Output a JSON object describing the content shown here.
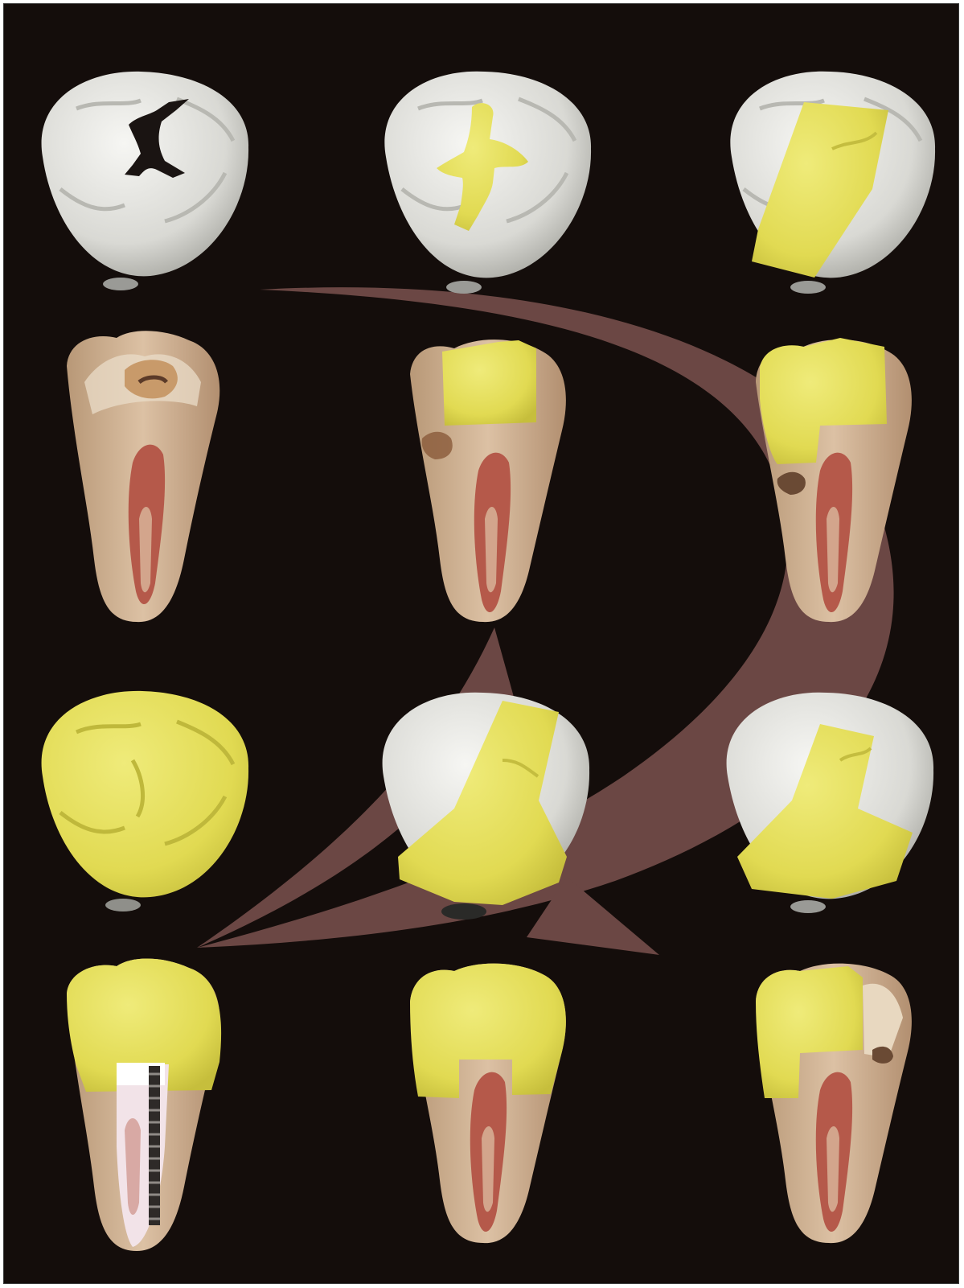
{
  "figure": {
    "description_colors": {
      "background": "#140d0b",
      "arrow": "#6b4744",
      "enamel": "#e4e4e0",
      "restoration": "#e6e158",
      "dentin": "#cfae8e",
      "pulp": "#b5594a",
      "post_core": "#f3e9ec"
    },
    "panels": [
      {
        "id": "occlusal-caries",
        "view": "occlusal",
        "state": "caries-lesion"
      },
      {
        "id": "occlusal-small-filling",
        "view": "occlusal",
        "state": "small-filling"
      },
      {
        "id": "occlusal-mod-filling",
        "view": "occlusal",
        "state": "mod-filling"
      },
      {
        "id": "section-caries",
        "view": "section",
        "state": "caries-lesion"
      },
      {
        "id": "section-small-filling",
        "view": "section",
        "state": "small-filling"
      },
      {
        "id": "section-mod-filling",
        "view": "section",
        "state": "mod-filling"
      },
      {
        "id": "occlusal-full-crown",
        "view": "occlusal",
        "state": "full-crown"
      },
      {
        "id": "occlusal-cusp-replacement",
        "view": "occlusal",
        "state": "cusp-replacement"
      },
      {
        "id": "occlusal-larger-filling",
        "view": "occlusal",
        "state": "larger-filling"
      },
      {
        "id": "section-post-crown",
        "view": "section",
        "state": "post-and-crown"
      },
      {
        "id": "section-onlay",
        "view": "section",
        "state": "onlay"
      },
      {
        "id": "section-larger-filling",
        "view": "section",
        "state": "larger-filling"
      }
    ]
  }
}
